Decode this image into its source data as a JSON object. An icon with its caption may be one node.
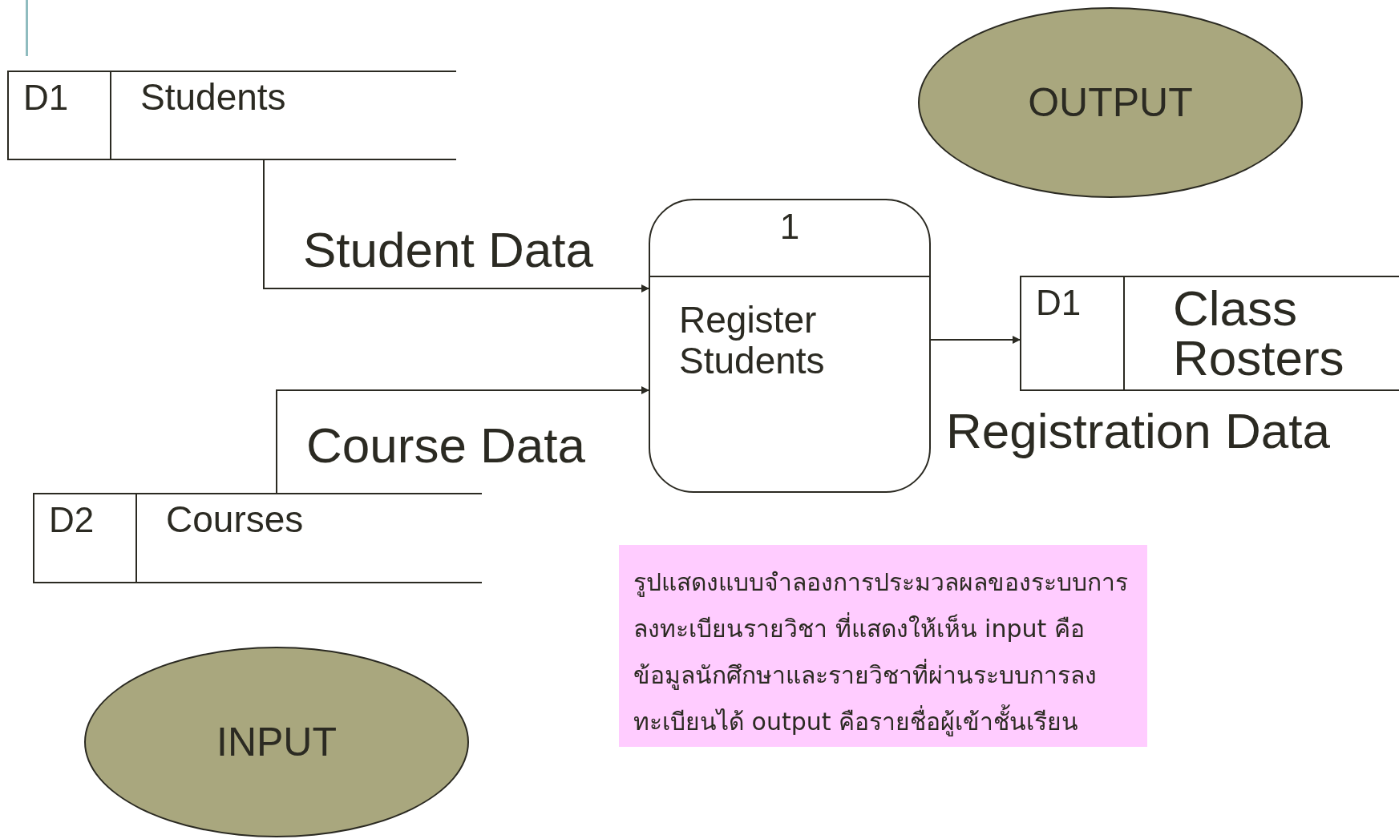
{
  "diagram": {
    "nodes": [
      {
        "text": [
          "D1",
          "Students"
        ]
      },
      {
        "text": [
          "OUTPUT"
        ]
      },
      {
        "text": [
          "1",
          "Register Students"
        ]
      },
      {
        "text": [
          "D1",
          "Class Rosters"
        ]
      },
      {
        "text": [
          "D2",
          "Courses"
        ]
      },
      {
        "text": [
          "รูปแสดงแบบจำลองการประมวลผลของระบบการลงทะเบียนรายวิชา ที่แสดงให้เห็น input คือข้อมูลนักศึกษาและรายวิชาที่ผ่านระบบการลงทะเบียนได้ output คือรายชื่อผู้เข้าชั้นเรียน"
        ]
      },
      {
        "text": [
          "INPUT"
        ]
      }
    ],
    "edges": [
      {
        "from": 0,
        "to": 2,
        "arrow": "to",
        "label": "Student Data"
      },
      {
        "from": 4,
        "to": 2,
        "arrow": "to",
        "label": "Course Data"
      },
      {
        "from": 2,
        "to": 3,
        "arrow": "to",
        "label": "Registration Data"
      }
    ]
  }
}
